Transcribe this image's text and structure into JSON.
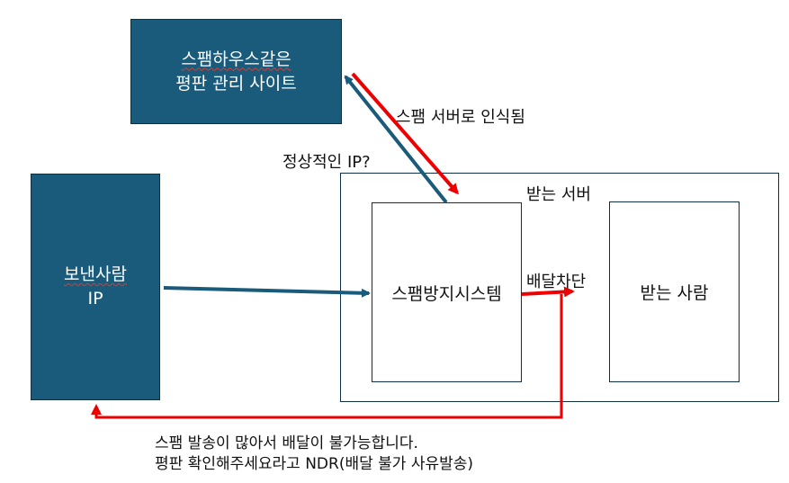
{
  "reputation_site": {
    "line1": "스팸하우스같은",
    "line2": "평판 관리 사이트"
  },
  "sender": {
    "line1": "보낸사람",
    "line2": "IP"
  },
  "receiving_server": {
    "title": "받는 서버",
    "spam_system": "스팸방지시스템",
    "recipient": "받는 사람"
  },
  "labels": {
    "recognized_as_spam": "스팸 서버로 인식됨",
    "normal_ip_query": "정상적인 IP?",
    "delivery_blocked": "배달차단",
    "ndr_line1": "스팸 발송이 많아서 배달이 불가능합니다.",
    "ndr_line2": "평판 확인해주세요라고 NDR(배달 불가 사유발송)"
  },
  "colors": {
    "box_fill": "#1a5a7a",
    "blue_arrow": "#1a5a7a",
    "red_arrow": "#ee0000"
  }
}
